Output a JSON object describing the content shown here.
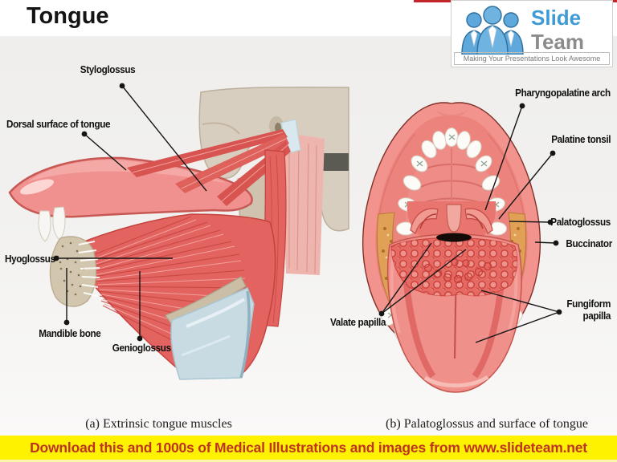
{
  "slide": {
    "title": "Tongue"
  },
  "logo": {
    "brand_top": "Slide",
    "brand_bottom": "Team",
    "tagline": "Making Your Presentations Look Awesome"
  },
  "figures": {
    "left": {
      "caption": "(a) Extrinsic tongue muscles",
      "labels": {
        "styloglossus": "Styloglossus",
        "dorsal_surface": "Dorsal surface of tongue",
        "hyoglossus": "Hyoglossus",
        "mandible_bone": "Mandible bone",
        "genioglossus": "Genioglossus"
      }
    },
    "right": {
      "caption": "(b) Palatoglossus and surface of tongue",
      "labels": {
        "pharyngopalatine_arch": "Pharyngopalatine arch",
        "palatine_tonsil": "Palatine tonsil",
        "palatoglossus": "Palatoglossus",
        "buccinator": "Buccinator",
        "valate_papilla": "Valate papilla",
        "fungiform_papilla": "Fungiform papilla"
      }
    }
  },
  "banner": {
    "text": "Download this and 1000s of Medical Illustrations and images from www.slideteam.net"
  },
  "colors": {
    "banner_bg": "#FFF200",
    "banner_text": "#BE3423",
    "logo_blue": "#3E9BD6",
    "logo_gray": "#8C8C8C",
    "accent_red_strip": "#C2262C",
    "label_text": "#111111"
  }
}
